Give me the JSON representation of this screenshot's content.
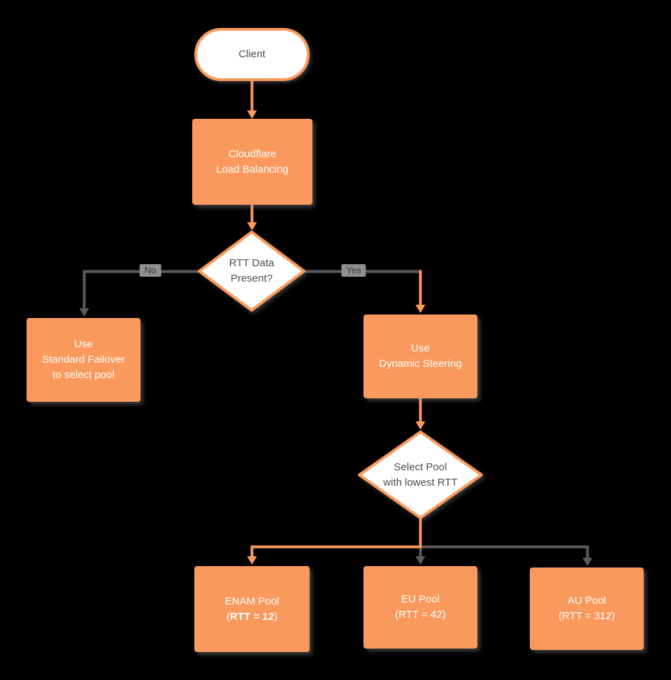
{
  "diagram": {
    "colors": {
      "background": "#000000",
      "orange": "#F9995D",
      "connector_gray": "#5B5B5B",
      "text_dark": "#4D4D4D",
      "text_light": "#FFFFFF",
      "label_bg": "#8F8F8F",
      "label_ink": "#3A3A3A"
    },
    "nodes": {
      "client": {
        "label": "Client"
      },
      "load_balancer": {
        "line1": "Cloudflare",
        "line2": "Load Balancing"
      },
      "rtt_decision": {
        "line1": "RTT Data",
        "line2": "Present?"
      },
      "standard_failover": {
        "line1": "Use",
        "line2": "Standard Failover",
        "line3": "to select pool"
      },
      "dynamic_steering": {
        "line1": "Use",
        "line2": "Dynamic Steering"
      },
      "select_pool": {
        "line1": "Select Pool",
        "line2": "with lowest RTT"
      },
      "enam_pool": {
        "line1": "ENAM Pool",
        "line2_open": "(",
        "line2_bold": "RTT = 12",
        "line2_close": ")"
      },
      "eu_pool": {
        "line1": "EU Pool",
        "line2": "(RTT = 42)"
      },
      "au_pool": {
        "line1": "AU Pool",
        "line2": "(RTT = 312)"
      }
    },
    "edge_labels": {
      "no": "No",
      "yes": "Yes"
    }
  }
}
